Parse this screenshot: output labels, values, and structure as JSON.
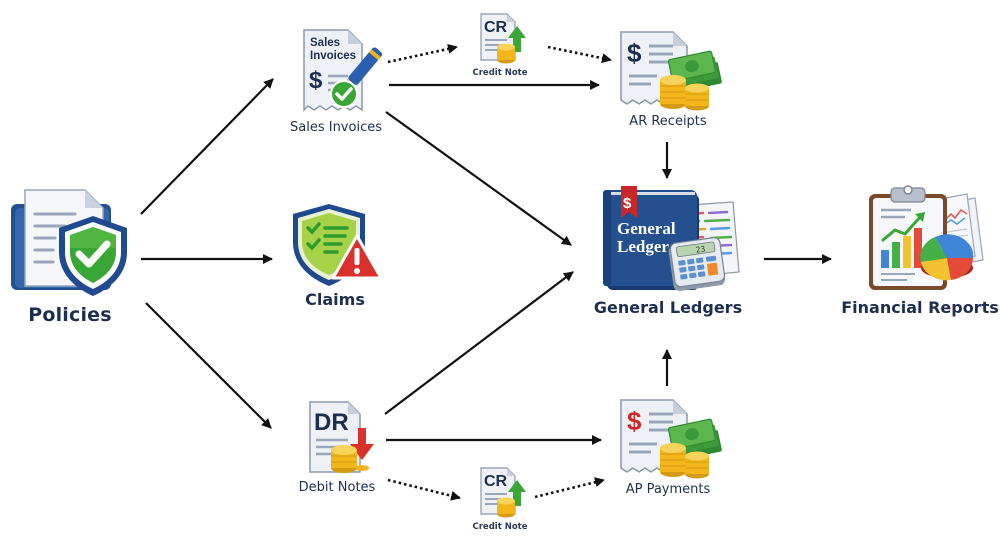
{
  "diagram": {
    "nodes": [
      {
        "id": "policies",
        "label": "Policies",
        "icon": "policy-document-shield-check-icon"
      },
      {
        "id": "sales_invoices",
        "label": "Sales Invoices",
        "icon": "invoice-pen-check-icon",
        "icon_text_line1": "Sales",
        "icon_text_line2": "Invoices",
        "icon_symbol": "$"
      },
      {
        "id": "claims",
        "label": "Claims",
        "icon": "shield-checklist-warning-icon"
      },
      {
        "id": "debit_notes",
        "label": "Debit Notes",
        "icon": "debit-note-coins-down-arrow-icon",
        "icon_text": "DR"
      },
      {
        "id": "credit_note_top",
        "label": "Credit Note",
        "icon": "credit-note-coins-up-arrow-icon",
        "icon_text": "CR"
      },
      {
        "id": "credit_note_bottom",
        "label": "Credit Note",
        "icon": "credit-note-coins-up-arrow-icon",
        "icon_text": "CR"
      },
      {
        "id": "ar_receipts",
        "label": "AR Receipts",
        "icon": "receipt-cash-coins-icon",
        "icon_symbol": "$"
      },
      {
        "id": "ap_payments",
        "label": "AP Payments",
        "icon": "payment-cash-coins-icon",
        "icon_symbol": "$"
      },
      {
        "id": "general_ledgers",
        "label": "General Ledgers",
        "icon": "ledger-book-calculator-icon",
        "icon_text_line1": "General",
        "icon_text_line2": "Ledger",
        "icon_symbol": "$",
        "calculator_display": "23"
      },
      {
        "id": "financial_reports",
        "label": "Financial Reports",
        "icon": "clipboard-chart-pie-icon"
      }
    ],
    "edges": [
      {
        "from": "policies",
        "to": "sales_invoices",
        "style": "solid"
      },
      {
        "from": "policies",
        "to": "claims",
        "style": "solid"
      },
      {
        "from": "policies",
        "to": "debit_notes",
        "style": "solid"
      },
      {
        "from": "sales_invoices",
        "to": "credit_note_top",
        "style": "dotted"
      },
      {
        "from": "credit_note_top",
        "to": "ar_receipts",
        "style": "dotted"
      },
      {
        "from": "sales_invoices",
        "to": "ar_receipts",
        "style": "solid"
      },
      {
        "from": "sales_invoices",
        "to": "general_ledgers",
        "style": "solid"
      },
      {
        "from": "debit_notes",
        "to": "general_ledgers",
        "style": "solid"
      },
      {
        "from": "debit_notes",
        "to": "ap_payments",
        "style": "solid"
      },
      {
        "from": "debit_notes",
        "to": "credit_note_bottom",
        "style": "dotted"
      },
      {
        "from": "credit_note_bottom",
        "to": "ap_payments",
        "style": "dotted"
      },
      {
        "from": "ar_receipts",
        "to": "general_ledgers",
        "style": "solid"
      },
      {
        "from": "ap_payments",
        "to": "general_ledgers",
        "style": "solid"
      },
      {
        "from": "general_ledgers",
        "to": "financial_reports",
        "style": "solid"
      }
    ]
  },
  "colors": {
    "label_text": "#1d2f4f",
    "arrow": "#111111",
    "navy": "#1f4a8f",
    "shield_green": "#3aa635",
    "warning_red": "#d9312b",
    "coin_gold": "#f2b51c",
    "cash_green": "#3d9a3a",
    "paper": "#f4f6fa"
  }
}
